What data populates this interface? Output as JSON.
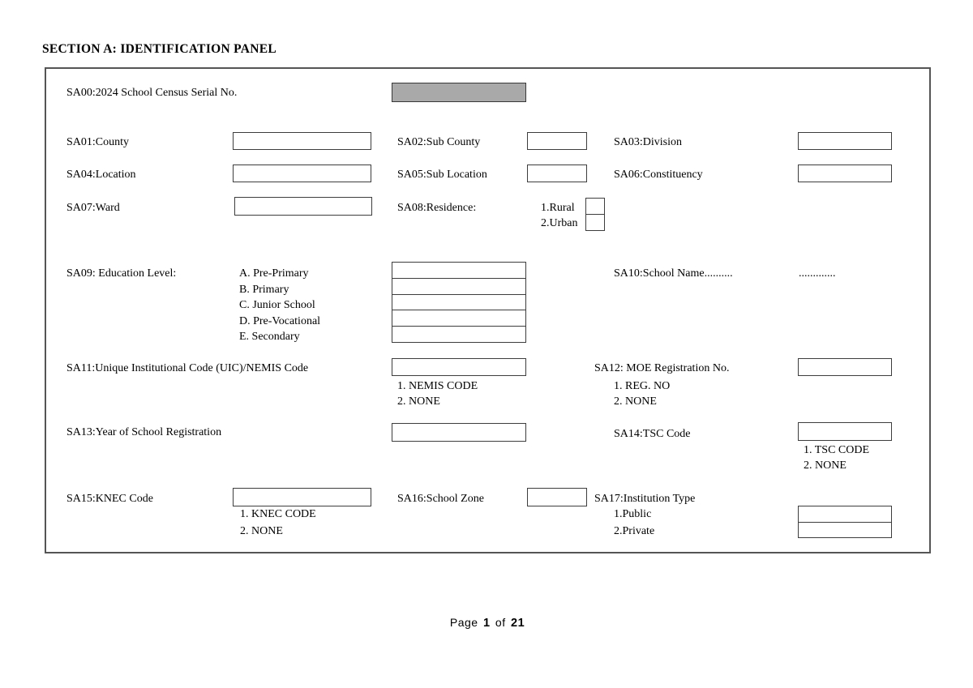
{
  "title": "SECTION A: IDENTIFICATION PANEL",
  "footer": {
    "word_page": "Page",
    "current_page": "1",
    "word_of": "of",
    "total_pages": "21"
  },
  "fields": {
    "sa00": {
      "label": "SA00:2024 School Census Serial No."
    },
    "sa01": {
      "label": "SA01:County"
    },
    "sa02": {
      "label": "SA02:Sub County"
    },
    "sa03": {
      "label": "SA03:Division"
    },
    "sa04": {
      "label": "SA04:Location"
    },
    "sa05": {
      "label": "SA05:Sub Location"
    },
    "sa06": {
      "label": "SA06:Constituency"
    },
    "sa07": {
      "label": "SA07:Ward"
    },
    "sa08": {
      "label": "SA08:Residence:",
      "options": [
        "1.Rural",
        "2.Urban"
      ]
    },
    "sa09": {
      "label": "SA09: Education Level:",
      "options": [
        "A. Pre-Primary",
        "B. Primary",
        "C. Junior School",
        "D. Pre-Vocational",
        "E. Secondary"
      ]
    },
    "sa10": {
      "label": "SA10:School Name..........",
      "fill_dots": "............."
    },
    "sa11": {
      "label": "SA11:Unique Institutional Code (UIC)/NEMIS Code",
      "notes": [
        "1. NEMIS CODE",
        "2. NONE"
      ]
    },
    "sa12": {
      "label": "SA12: MOE Registration No.",
      "notes": [
        "1. REG. NO",
        "2. NONE"
      ]
    },
    "sa13": {
      "label": "SA13:Year of School Registration"
    },
    "sa14": {
      "label": "SA14:TSC Code",
      "notes": [
        "1. TSC CODE",
        "2. NONE"
      ]
    },
    "sa15": {
      "label": "SA15:KNEC Code",
      "notes": [
        "1. KNEC CODE",
        "2. NONE"
      ]
    },
    "sa16": {
      "label": "SA16:School Zone"
    },
    "sa17": {
      "label": "SA17:Institution Type",
      "options": [
        "1.Public",
        "2.Private"
      ]
    }
  },
  "colors": {
    "serial_box_fill": "#a9a9a9",
    "box_border": "#3d3d3d",
    "panel_border": "#555555",
    "text": "#000000"
  }
}
